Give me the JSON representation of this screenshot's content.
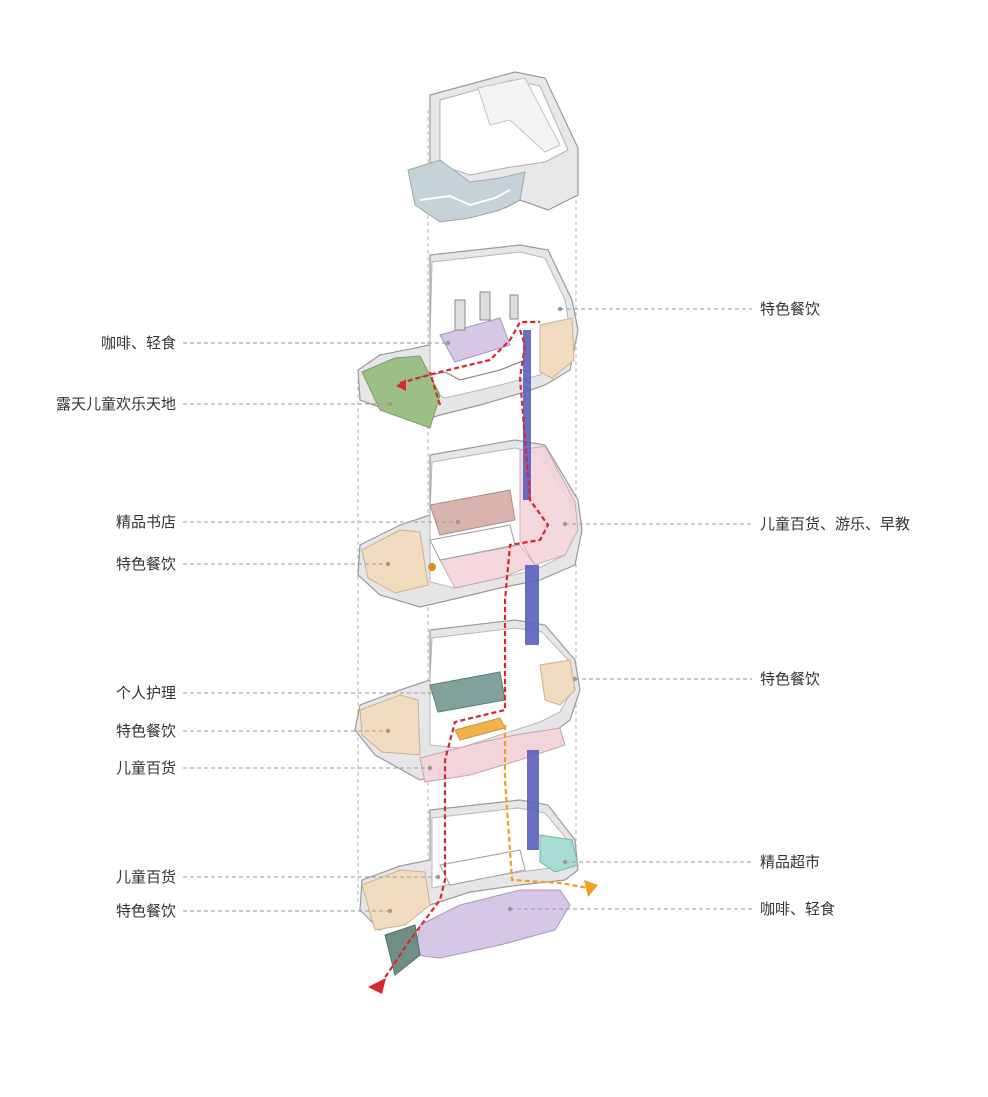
{
  "labels_left": [
    {
      "id": "cafe-light-food-f4",
      "text": "咖啡、轻食"
    },
    {
      "id": "outdoor-kids-park",
      "text": "露天儿童欢乐天地"
    },
    {
      "id": "boutique-bookstore",
      "text": "精品书店"
    },
    {
      "id": "specialty-dining-f3-left",
      "text": "特色餐饮"
    },
    {
      "id": "personal-care",
      "text": "个人护理"
    },
    {
      "id": "specialty-dining-f2-left",
      "text": "特色餐饮"
    },
    {
      "id": "kids-department-f2",
      "text": "儿童百货"
    },
    {
      "id": "kids-department-f1",
      "text": "儿童百货"
    },
    {
      "id": "specialty-dining-f1-left",
      "text": "特色餐饮"
    }
  ],
  "labels_right": [
    {
      "id": "specialty-dining-f4-right",
      "text": "特色餐饮"
    },
    {
      "id": "kids-dept-play-edu",
      "text": "儿童百货、游乐、早教"
    },
    {
      "id": "specialty-dining-f2-right",
      "text": "特色餐饮"
    },
    {
      "id": "boutique-supermarket",
      "text": "精品超市"
    },
    {
      "id": "cafe-light-food-f1",
      "text": "咖啡、轻食"
    }
  ],
  "colors": {
    "leader": "#9a9a9a",
    "circulation_red": "#d8262c",
    "circulation_orange": "#f0a020",
    "elevator_shaft": "#5a5fc0",
    "dining": "#f2dcc0",
    "kids": "#f3d4da",
    "book": "#d9b3ad",
    "cafe": "#d6c7e6",
    "care": "#7fa39a",
    "market": "#a7dcd2",
    "green": "#9cbf86",
    "slab": "#e9e9ea",
    "wall": "#ffffff"
  }
}
